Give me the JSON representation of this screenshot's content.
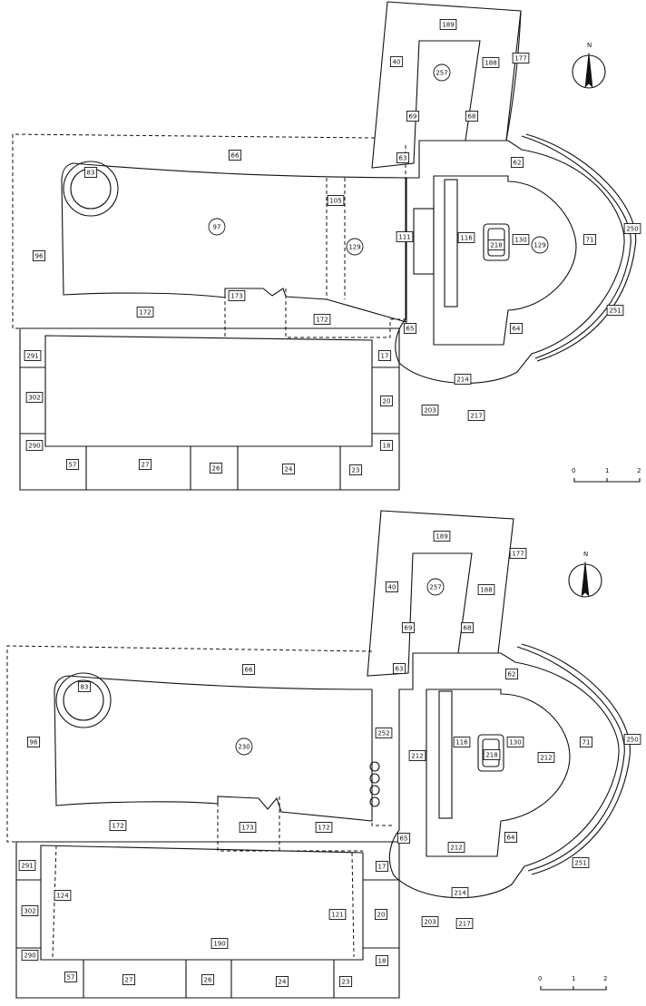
{
  "plans": [
    {
      "boxes": [
        "189",
        "40",
        "188",
        "177",
        "69",
        "68",
        "63",
        "62",
        "66",
        "105",
        "111",
        "116",
        "218",
        "130",
        "71",
        "250",
        "96",
        "173",
        "172",
        "172",
        "65",
        "64",
        "251",
        "17",
        "20",
        "18",
        "291",
        "302",
        "290",
        "57",
        "27",
        "26",
        "24",
        "23",
        "214",
        "203",
        "217",
        "83"
      ],
      "circles": [
        "257",
        "97",
        "129",
        "129"
      ]
    },
    {
      "boxes": [
        "189",
        "40",
        "188",
        "177",
        "69",
        "68",
        "63",
        "62",
        "66",
        "252",
        "212",
        "116",
        "218",
        "130",
        "212",
        "71",
        "250",
        "96",
        "173",
        "172",
        "172",
        "65",
        "212",
        "64",
        "251",
        "291",
        "302",
        "290",
        "17",
        "20",
        "18",
        "57",
        "27",
        "26",
        "24",
        "23",
        "214",
        "203",
        "217",
        "124",
        "121",
        "190",
        "83"
      ],
      "circles": [
        "257",
        "230"
      ]
    }
  ],
  "north": "N",
  "scale": [
    "0",
    "1",
    "2"
  ]
}
